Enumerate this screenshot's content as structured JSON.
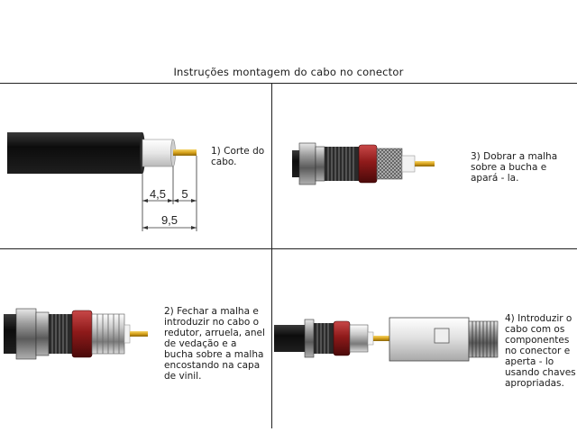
{
  "title": "Instruções montagem do cabo no conector",
  "steps": {
    "step1": "1) Corte do\ncabo.",
    "step2": "2) Fechar a malha e\nintroduzir no cabo o\nredutor, arruela, anel\nde vedação e a\nbucha sobre a malha\nencostando na capa\nde vinil.",
    "step3": "3) Dobrar a malha\nsobre a bucha e\napará - la.",
    "step4": "4) Introduzir o\ncabo com os\ncomponentes\nno conector e\naperta - lo\nusando chaves\napropriadas."
  },
  "dimensions": {
    "d1": "4,5",
    "d2": "5",
    "d3": "9,5"
  },
  "colors": {
    "jacket": "#141414",
    "red_ring": "#8f1a1a",
    "brass_pin": "#d7a21a",
    "metal": "#9a9a9a",
    "lines": "#222222"
  }
}
